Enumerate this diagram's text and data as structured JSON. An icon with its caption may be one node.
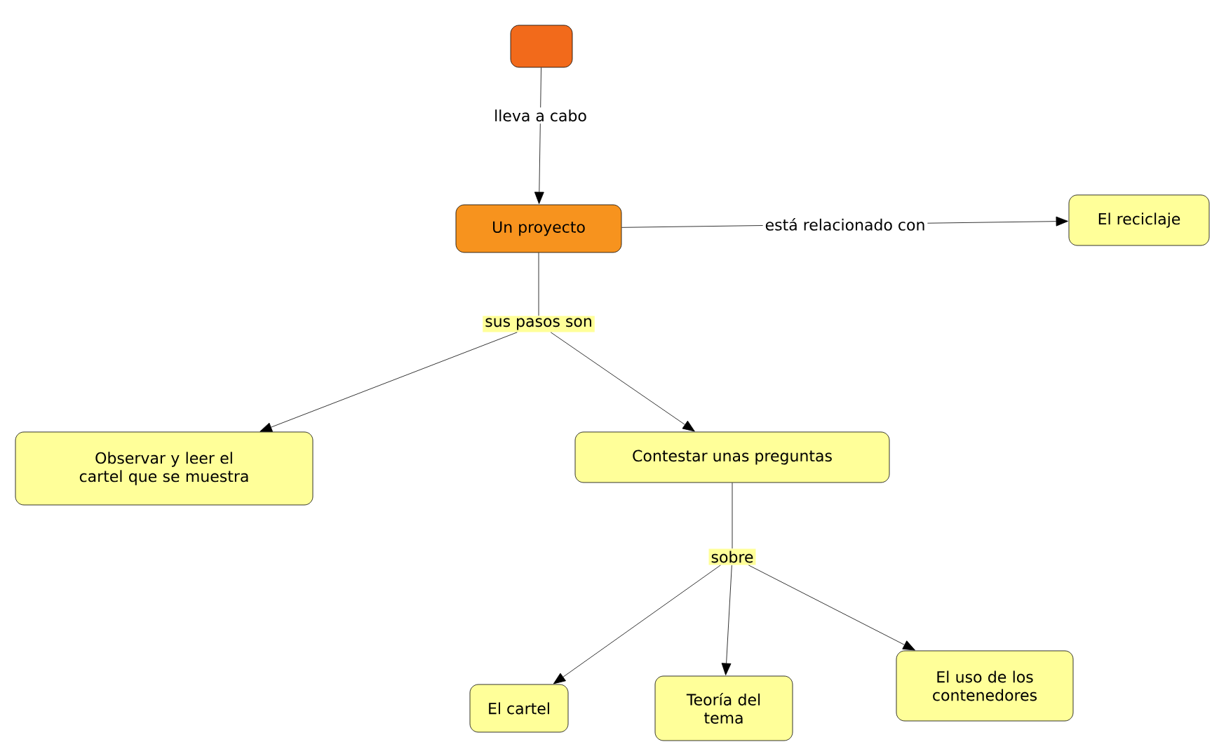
{
  "diagram": {
    "nodes": [
      {
        "text": [],
        "shape": "box"
      },
      {
        "text": [
          "Un proyecto"
        ]
      },
      {
        "text": [
          "El reciclaje"
        ]
      },
      {
        "text": [
          "sus pasos son"
        ]
      },
      {
        "text": [
          "Observar y leer el cartel que se muestra"
        ]
      },
      {
        "text": [
          "Contestar unas preguntas"
        ]
      },
      {
        "text": [
          "sobre"
        ]
      },
      {
        "text": [
          "El cartel"
        ]
      },
      {
        "text": [
          "Teoría del tema"
        ]
      },
      {
        "text": [
          "El uso de los contenedores"
        ]
      }
    ],
    "edges": [
      {
        "from": 0,
        "to": 1,
        "arrow": "to",
        "label": "lleva a cabo"
      },
      {
        "from": 1,
        "to": 2,
        "arrow": "to",
        "label": "está relacionado con"
      },
      {
        "from": 1,
        "to": 3,
        "arrow": "none"
      },
      {
        "from": 3,
        "to": 4,
        "arrow": "to"
      },
      {
        "from": 3,
        "to": 5,
        "arrow": "to"
      },
      {
        "from": 5,
        "to": 6,
        "arrow": "none"
      },
      {
        "from": 6,
        "to": 7,
        "arrow": "to"
      },
      {
        "from": 6,
        "to": 8,
        "arrow": "to"
      },
      {
        "from": 6,
        "to": 9,
        "arrow": "to"
      }
    ]
  }
}
